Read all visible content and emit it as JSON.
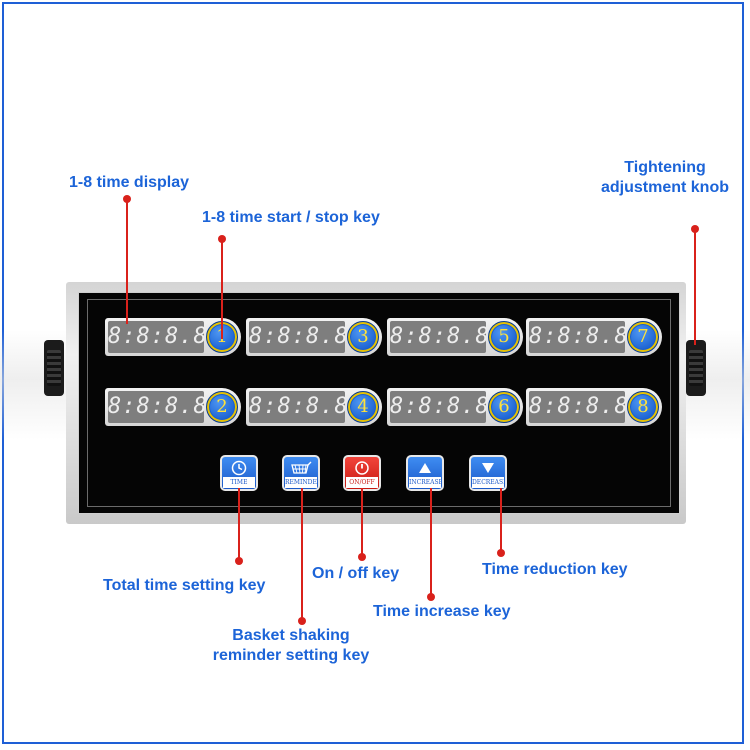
{
  "annotations": {
    "time_display": "1-8 time display",
    "start_stop_key": "1-8 time start / stop key",
    "knob_line1": "Tightening",
    "knob_line2": "adjustment knob",
    "total_time_key": "Total time setting key",
    "basket_line1": "Basket shaking",
    "basket_line2": "reminder setting key",
    "on_off_key": "On / off key",
    "time_increase_key": "Time increase key",
    "time_reduction_key": "Time reduction key"
  },
  "timers": [
    {
      "display": "8:8:8.8",
      "number": "1"
    },
    {
      "display": "8:8:8.8",
      "number": "3"
    },
    {
      "display": "8:8:8.8",
      "number": "5"
    },
    {
      "display": "8:8:8.8",
      "number": "7"
    },
    {
      "display": "8:8:8.8",
      "number": "2"
    },
    {
      "display": "8:8:8.8",
      "number": "4"
    },
    {
      "display": "8:8:8.8",
      "number": "6"
    },
    {
      "display": "8:8:8.8",
      "number": "8"
    }
  ],
  "keys": {
    "time": {
      "label": "TIME",
      "icon": "clock-icon"
    },
    "reminder": {
      "label": "REMINDER",
      "icon": "basket-icon"
    },
    "on_off": {
      "label": "ON/OFF",
      "icon": "power-icon"
    },
    "increase": {
      "label": "INCREASE",
      "icon": "triangle-up-icon"
    },
    "decrease": {
      "label": "DECREASE",
      "icon": "triangle-down-icon"
    }
  },
  "colors": {
    "annotation_text": "#1c64d8",
    "leader_line": "#d9211b",
    "frame": "#1e5fd6",
    "key_blue": "#1a58c8",
    "key_red": "#c71810"
  }
}
